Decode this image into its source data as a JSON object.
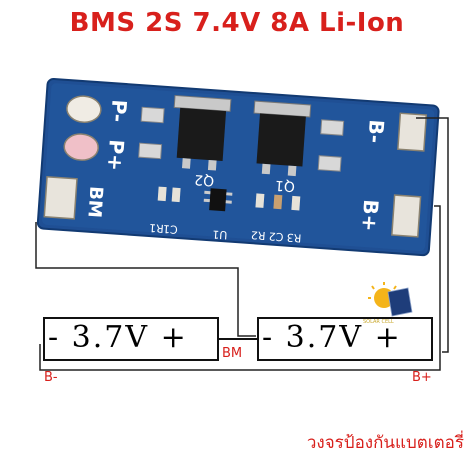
{
  "title": "BMS 2S 7.4V 8A Li-Ion",
  "footer": "วงจรป้องกันแบตเตอรี่",
  "watermark": "SOLAR CELL",
  "board": {
    "silkscreen": {
      "p_minus": "P-",
      "p_plus": "P+",
      "b_minus": "B-",
      "b_plus": "B+",
      "bm": "BM",
      "q1": "Q1",
      "q2": "Q2",
      "r1": "R1",
      "c1": "C1",
      "u1": "U1",
      "r2": "R2",
      "c2": "C2",
      "r3": "R3"
    }
  },
  "cells": [
    {
      "text": "- 3.7V +"
    },
    {
      "text": "- 3.7V +"
    }
  ],
  "labels": {
    "b_minus": "B-",
    "bm": "BM",
    "b_plus": "B+"
  },
  "colors": {
    "title": "#d8201c",
    "pcb": "#1f4f94",
    "pad": "#e8e4dc",
    "wire": "#222222"
  }
}
